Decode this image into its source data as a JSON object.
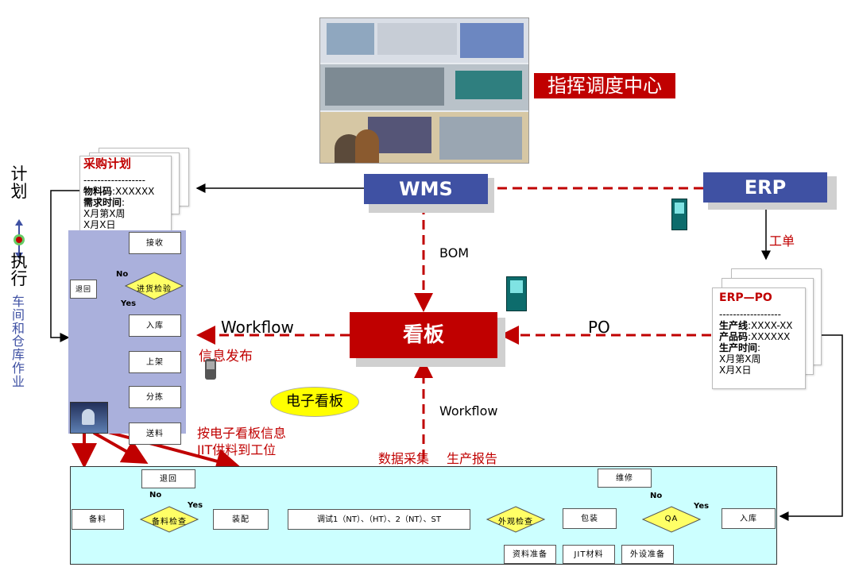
{
  "command_center": {
    "label": "指挥调度中心"
  },
  "wms": {
    "label": "WMS"
  },
  "erp": {
    "label": "ERP"
  },
  "kanban": {
    "label": "看板"
  },
  "edge_labels": {
    "bom": "BOM",
    "workflow_left": "Workflow",
    "workflow_bottom": "Workflow",
    "po": "PO",
    "work_order": "工单",
    "info_publish": "信息发布",
    "data_collection": "数据采集",
    "production_report": "生产报告",
    "jit_line1": "按电子看板信息",
    "jit_line2": "JIT供料到工位"
  },
  "e_kanban_badge": "电子看板",
  "vertical_axis": {
    "plan": "计划",
    "execute": "执行",
    "sub": "车间和仓库作业"
  },
  "purchase_plan": {
    "title": "采购计划",
    "divider": "------------------",
    "lines": [
      {
        "bold": "物料码",
        "rest": ":XXXXXX"
      },
      {
        "bold": "需求时间",
        "rest": ":"
      },
      {
        "bold": "",
        "rest": "X月第X周"
      },
      {
        "bold": "",
        "rest": "X月X日"
      }
    ]
  },
  "erp_po": {
    "title": "ERP—PO",
    "divider": "------------------",
    "lines": [
      {
        "bold": "生产线",
        "rest": ":XXXX-XX"
      },
      {
        "bold": "产品码",
        "rest": ":XXXXXX"
      },
      {
        "bold": "生产时间",
        "rest": ":"
      },
      {
        "bold": "",
        "rest": "X月第X周"
      },
      {
        "bold": "",
        "rest": "X月X日"
      }
    ]
  },
  "warehouse_flow": {
    "receive": "接收",
    "inspect": "进货检验",
    "return": "退回",
    "no": "No",
    "yes": "Yes",
    "store": "入库",
    "shelve": "上架",
    "pick": "分拣",
    "deliver": "送料"
  },
  "production_flow": {
    "prep": "备料",
    "prep_check": "备料检查",
    "return": "退回",
    "no1": "No",
    "yes1": "Yes",
    "assemble": "装配",
    "test": "调试1（NT）、（HT）、2（NT）、ST",
    "visual_check": "外观检查",
    "repair": "维修",
    "pack": "包装",
    "qa": "QA",
    "no2": "No",
    "yes2": "Yes",
    "store": "入库",
    "material_prep": "资料准备",
    "jit_material": "JIT材料",
    "peripheral_prep": "外设准备"
  },
  "colors": {
    "accent_red": "#c00000",
    "navy": "#3f51a3",
    "warehouse_bg": "#aab0dc",
    "production_bg": "#ccffff",
    "diamond": "#ffff66",
    "badge": "#ffff00"
  }
}
